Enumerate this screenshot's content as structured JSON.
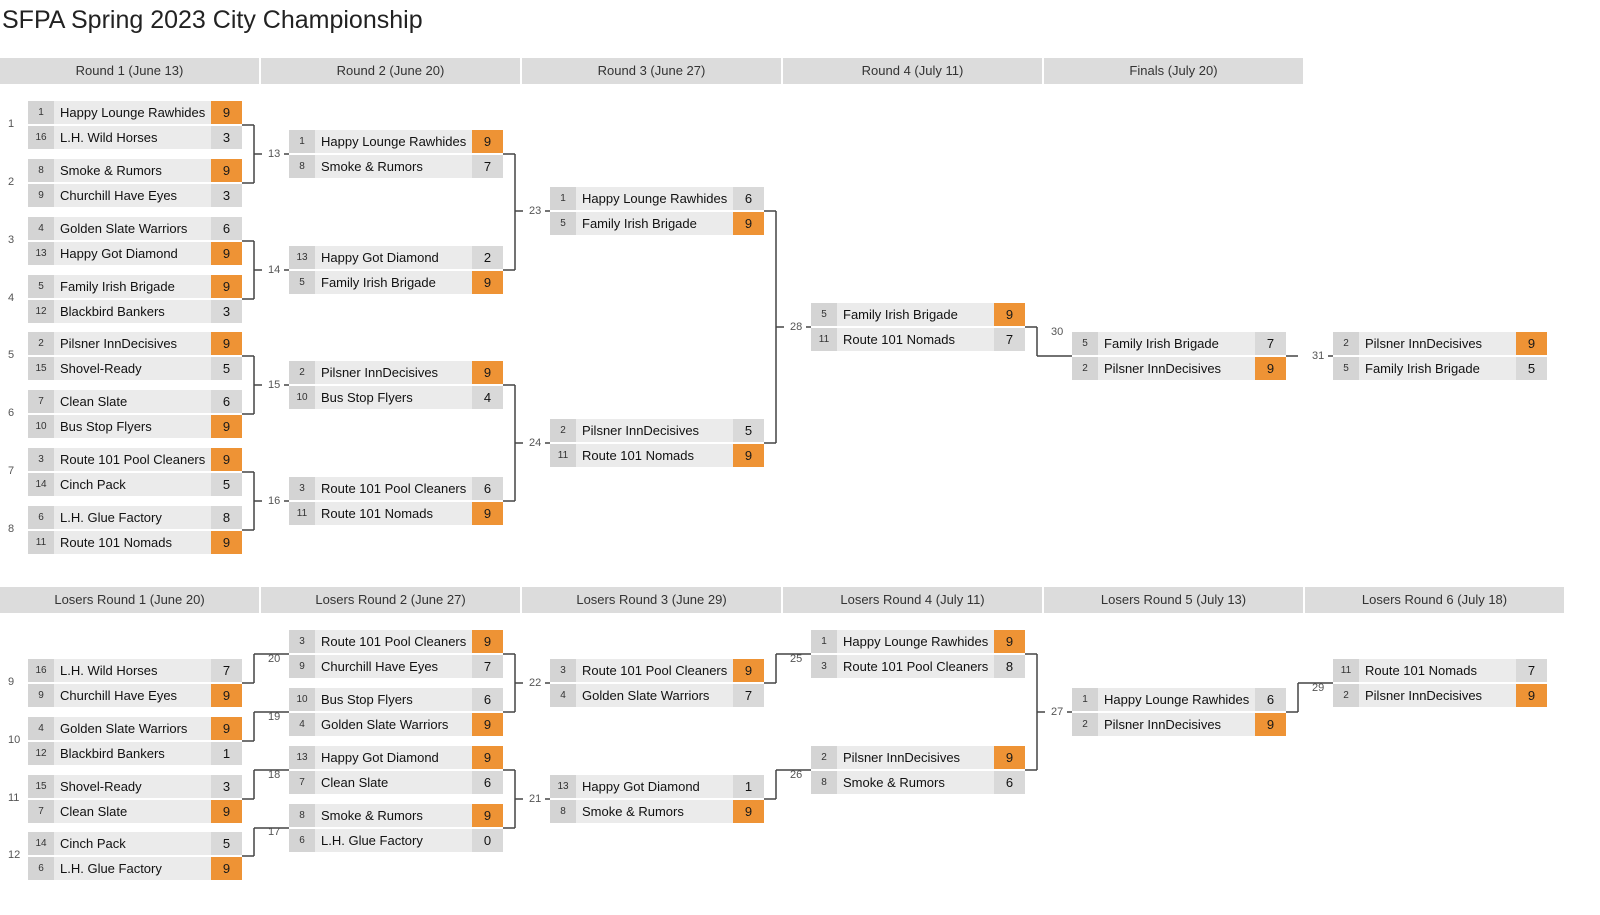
{
  "title": "SFPA Spring 2023 City Championship",
  "accent_color": "#ee9335",
  "winners_rounds": [
    "Round 1 (June 13)",
    "Round 2 (June 20)",
    "Round 3 (June 27)",
    "Round 4 (July 11)",
    "Finals (July 20)"
  ],
  "losers_rounds": [
    "Losers Round 1 (June 20)",
    "Losers Round 2 (June 27)",
    "Losers Round 3 (June 29)",
    "Losers Round 4 (July 11)",
    "Losers Round 5 (July 13)",
    "Losers Round 6 (July 18)"
  ],
  "matches": [
    {
      "id": "1",
      "bracket": "winners",
      "round": 0,
      "teams": [
        {
          "seed": "1",
          "name": "Happy Lounge Rawhides",
          "score": "9",
          "win": true
        },
        {
          "seed": "16",
          "name": "L.H. Wild Horses",
          "score": "3",
          "win": false
        }
      ]
    },
    {
      "id": "2",
      "bracket": "winners",
      "round": 0,
      "teams": [
        {
          "seed": "8",
          "name": "Smoke & Rumors",
          "score": "9",
          "win": true
        },
        {
          "seed": "9",
          "name": "Churchill Have Eyes",
          "score": "3",
          "win": false
        }
      ]
    },
    {
      "id": "3",
      "bracket": "winners",
      "round": 0,
      "teams": [
        {
          "seed": "4",
          "name": "Golden Slate Warriors",
          "score": "6",
          "win": false
        },
        {
          "seed": "13",
          "name": "Happy Got Diamond",
          "score": "9",
          "win": true
        }
      ]
    },
    {
      "id": "4",
      "bracket": "winners",
      "round": 0,
      "teams": [
        {
          "seed": "5",
          "name": "Family Irish Brigade",
          "score": "9",
          "win": true
        },
        {
          "seed": "12",
          "name": "Blackbird Bankers",
          "score": "3",
          "win": false
        }
      ]
    },
    {
      "id": "5",
      "bracket": "winners",
      "round": 0,
      "teams": [
        {
          "seed": "2",
          "name": "Pilsner InnDecisives",
          "score": "9",
          "win": true
        },
        {
          "seed": "15",
          "name": "Shovel-Ready",
          "score": "5",
          "win": false
        }
      ]
    },
    {
      "id": "6",
      "bracket": "winners",
      "round": 0,
      "teams": [
        {
          "seed": "7",
          "name": "Clean Slate",
          "score": "6",
          "win": false
        },
        {
          "seed": "10",
          "name": "Bus Stop Flyers",
          "score": "9",
          "win": true
        }
      ]
    },
    {
      "id": "7",
      "bracket": "winners",
      "round": 0,
      "teams": [
        {
          "seed": "3",
          "name": "Route 101 Pool Cleaners",
          "score": "9",
          "win": true
        },
        {
          "seed": "14",
          "name": "Cinch Pack",
          "score": "5",
          "win": false
        }
      ]
    },
    {
      "id": "8",
      "bracket": "winners",
      "round": 0,
      "teams": [
        {
          "seed": "6",
          "name": "L.H. Glue Factory",
          "score": "8",
          "win": false
        },
        {
          "seed": "11",
          "name": "Route 101 Nomads",
          "score": "9",
          "win": true
        }
      ]
    },
    {
      "id": "13",
      "bracket": "winners",
      "round": 1,
      "teams": [
        {
          "seed": "1",
          "name": "Happy Lounge Rawhides",
          "score": "9",
          "win": true
        },
        {
          "seed": "8",
          "name": "Smoke & Rumors",
          "score": "7",
          "win": false
        }
      ]
    },
    {
      "id": "14",
      "bracket": "winners",
      "round": 1,
      "teams": [
        {
          "seed": "13",
          "name": "Happy Got Diamond",
          "score": "2",
          "win": false
        },
        {
          "seed": "5",
          "name": "Family Irish Brigade",
          "score": "9",
          "win": true
        }
      ]
    },
    {
      "id": "15",
      "bracket": "winners",
      "round": 1,
      "teams": [
        {
          "seed": "2",
          "name": "Pilsner InnDecisives",
          "score": "9",
          "win": true
        },
        {
          "seed": "10",
          "name": "Bus Stop Flyers",
          "score": "4",
          "win": false
        }
      ]
    },
    {
      "id": "16",
      "bracket": "winners",
      "round": 1,
      "teams": [
        {
          "seed": "3",
          "name": "Route 101 Pool Cleaners",
          "score": "6",
          "win": false
        },
        {
          "seed": "11",
          "name": "Route 101 Nomads",
          "score": "9",
          "win": true
        }
      ]
    },
    {
      "id": "23",
      "bracket": "winners",
      "round": 2,
      "teams": [
        {
          "seed": "1",
          "name": "Happy Lounge Rawhides",
          "score": "6",
          "win": false
        },
        {
          "seed": "5",
          "name": "Family Irish Brigade",
          "score": "9",
          "win": true
        }
      ]
    },
    {
      "id": "24",
      "bracket": "winners",
      "round": 2,
      "teams": [
        {
          "seed": "2",
          "name": "Pilsner InnDecisives",
          "score": "5",
          "win": false
        },
        {
          "seed": "11",
          "name": "Route 101 Nomads",
          "score": "9",
          "win": true
        }
      ]
    },
    {
      "id": "28",
      "bracket": "winners",
      "round": 3,
      "teams": [
        {
          "seed": "5",
          "name": "Family Irish Brigade",
          "score": "9",
          "win": true
        },
        {
          "seed": "11",
          "name": "Route 101 Nomads",
          "score": "7",
          "win": false
        }
      ]
    },
    {
      "id": "30",
      "bracket": "winners",
      "round": 4,
      "teams": [
        {
          "seed": "5",
          "name": "Family Irish Brigade",
          "score": "7",
          "win": false
        },
        {
          "seed": "2",
          "name": "Pilsner InnDecisives",
          "score": "9",
          "win": true
        }
      ]
    },
    {
      "id": "31",
      "bracket": "winners",
      "round": 5,
      "teams": [
        {
          "seed": "2",
          "name": "Pilsner InnDecisives",
          "score": "9",
          "win": true
        },
        {
          "seed": "5",
          "name": "Family Irish Brigade",
          "score": "5",
          "win": false
        }
      ]
    },
    {
      "id": "9",
      "bracket": "losers",
      "round": 0,
      "teams": [
        {
          "seed": "16",
          "name": "L.H. Wild Horses",
          "score": "7",
          "win": false
        },
        {
          "seed": "9",
          "name": "Churchill Have Eyes",
          "score": "9",
          "win": true
        }
      ]
    },
    {
      "id": "10",
      "bracket": "losers",
      "round": 0,
      "teams": [
        {
          "seed": "4",
          "name": "Golden Slate Warriors",
          "score": "9",
          "win": true
        },
        {
          "seed": "12",
          "name": "Blackbird Bankers",
          "score": "1",
          "win": false
        }
      ]
    },
    {
      "id": "11",
      "bracket": "losers",
      "round": 0,
      "teams": [
        {
          "seed": "15",
          "name": "Shovel-Ready",
          "score": "3",
          "win": false
        },
        {
          "seed": "7",
          "name": "Clean Slate",
          "score": "9",
          "win": true
        }
      ]
    },
    {
      "id": "12",
      "bracket": "losers",
      "round": 0,
      "teams": [
        {
          "seed": "14",
          "name": "Cinch Pack",
          "score": "5",
          "win": false
        },
        {
          "seed": "6",
          "name": "L.H. Glue Factory",
          "score": "9",
          "win": true
        }
      ]
    },
    {
      "id": "20",
      "bracket": "losers",
      "round": 1,
      "teams": [
        {
          "seed": "3",
          "name": "Route 101 Pool Cleaners",
          "score": "9",
          "win": true
        },
        {
          "seed": "9",
          "name": "Churchill Have Eyes",
          "score": "7",
          "win": false
        }
      ]
    },
    {
      "id": "19",
      "bracket": "losers",
      "round": 1,
      "teams": [
        {
          "seed": "10",
          "name": "Bus Stop Flyers",
          "score": "6",
          "win": false
        },
        {
          "seed": "4",
          "name": "Golden Slate Warriors",
          "score": "9",
          "win": true
        }
      ]
    },
    {
      "id": "18",
      "bracket": "losers",
      "round": 1,
      "teams": [
        {
          "seed": "13",
          "name": "Happy Got Diamond",
          "score": "9",
          "win": true
        },
        {
          "seed": "7",
          "name": "Clean Slate",
          "score": "6",
          "win": false
        }
      ]
    },
    {
      "id": "17",
      "bracket": "losers",
      "round": 1,
      "teams": [
        {
          "seed": "8",
          "name": "Smoke & Rumors",
          "score": "9",
          "win": true
        },
        {
          "seed": "6",
          "name": "L.H. Glue Factory",
          "score": "0",
          "win": false
        }
      ]
    },
    {
      "id": "22",
      "bracket": "losers",
      "round": 2,
      "teams": [
        {
          "seed": "3",
          "name": "Route 101 Pool Cleaners",
          "score": "9",
          "win": true
        },
        {
          "seed": "4",
          "name": "Golden Slate Warriors",
          "score": "7",
          "win": false
        }
      ]
    },
    {
      "id": "21",
      "bracket": "losers",
      "round": 2,
      "teams": [
        {
          "seed": "13",
          "name": "Happy Got Diamond",
          "score": "1",
          "win": false
        },
        {
          "seed": "8",
          "name": "Smoke & Rumors",
          "score": "9",
          "win": true
        }
      ]
    },
    {
      "id": "25",
      "bracket": "losers",
      "round": 3,
      "teams": [
        {
          "seed": "1",
          "name": "Happy Lounge Rawhides",
          "score": "9",
          "win": true
        },
        {
          "seed": "3",
          "name": "Route 101 Pool Cleaners",
          "score": "8",
          "win": false
        }
      ]
    },
    {
      "id": "26",
      "bracket": "losers",
      "round": 3,
      "teams": [
        {
          "seed": "2",
          "name": "Pilsner InnDecisives",
          "score": "9",
          "win": true
        },
        {
          "seed": "8",
          "name": "Smoke & Rumors",
          "score": "6",
          "win": false
        }
      ]
    },
    {
      "id": "27",
      "bracket": "losers",
      "round": 4,
      "teams": [
        {
          "seed": "1",
          "name": "Happy Lounge Rawhides",
          "score": "6",
          "win": false
        },
        {
          "seed": "2",
          "name": "Pilsner InnDecisives",
          "score": "9",
          "win": true
        }
      ]
    },
    {
      "id": "29",
      "bracket": "losers",
      "round": 5,
      "teams": [
        {
          "seed": "11",
          "name": "Route 101 Nomads",
          "score": "7",
          "win": false
        },
        {
          "seed": "2",
          "name": "Pilsner InnDecisives",
          "score": "9",
          "win": true
        }
      ]
    }
  ]
}
